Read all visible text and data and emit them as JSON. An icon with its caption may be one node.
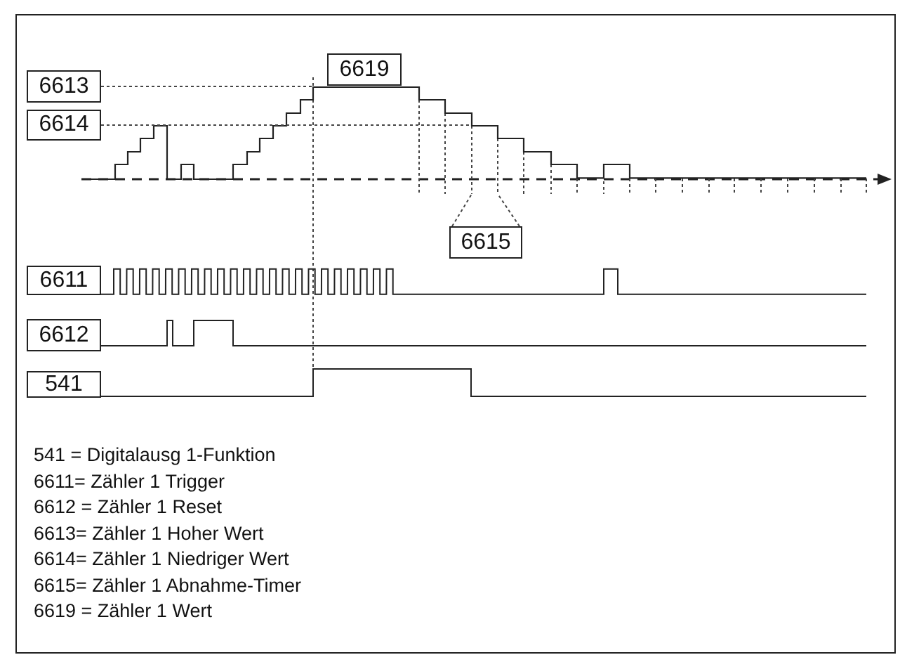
{
  "diagram": {
    "nodes": [
      {
        "text": [
          "6613"
        ]
      },
      {
        "text": [
          "6614"
        ]
      },
      {
        "text": [
          "6619"
        ]
      },
      {
        "text": [
          "6615"
        ]
      },
      {
        "text": [
          "6611"
        ]
      },
      {
        "text": [
          "6612"
        ]
      },
      {
        "text": [
          "541"
        ]
      },
      {
        "text": [],
        "shape": "picture"
      }
    ],
    "edges": [
      {
        "from": 0,
        "to": 7,
        "arrow": "none",
        "style": "dashed"
      },
      {
        "from": 1,
        "to": 7,
        "arrow": "none",
        "style": "dashed"
      },
      {
        "from": 3,
        "to": 7,
        "arrow": "none",
        "style": "dashed"
      },
      {
        "from": 3,
        "to": 7,
        "arrow": "none",
        "style": "dashed"
      }
    ],
    "labels": [
      "541 = Digitalausg 1-Funktion",
      "6611= Zähler 1 Trigger",
      "6612 = Zähler 1 Reset",
      "6613= Zähler 1 Hoher Wert",
      "6614= Zähler 1 Niedriger Wert",
      "6615= Zähler 1 Abnahme-Timer",
      "6619 = Zähler 1 Wert"
    ]
  }
}
